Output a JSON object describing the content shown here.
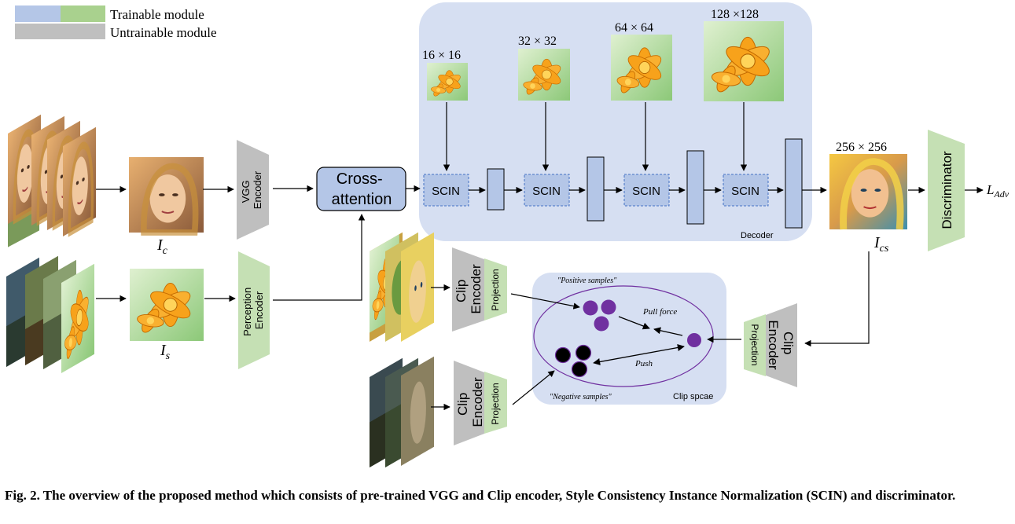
{
  "legend": {
    "trainable": "Trainable module",
    "untrainable": "Untrainable module",
    "colors": {
      "trainable_blue": "#b4c6e7",
      "trainable_green": "#a9d18e",
      "untrainable": "#bfbfbf"
    }
  },
  "modules": {
    "vgg_encoder": [
      "VGG",
      "Encoder"
    ],
    "perception_encoder": [
      "Perception",
      "Encoder"
    ],
    "cross_attention": [
      "Cross-",
      "attention"
    ],
    "scin": "SCIN",
    "decoder": "Decoder",
    "discriminator": "Discriminator",
    "clip_encoder": [
      "Clip",
      "Encoder"
    ],
    "projection": "Projection"
  },
  "resolutions": [
    "16 × 16",
    "32 × 32",
    "64 × 64",
    "128 ×128",
    "256 × 256"
  ],
  "labels": {
    "ic_main": "I",
    "ic_sub": "c",
    "is_main": "I",
    "is_sub": "s",
    "ics_main": "I",
    "ics_sub": "cs",
    "ladv_main": "L",
    "ladv_sub": "Adv"
  },
  "clip_space": {
    "positive": "\"Positive samples\"",
    "negative": "\"Negative samples\"",
    "pull": "Pull force",
    "push": "Push",
    "title": "Clip spcae",
    "positive_color": "#7030a0",
    "negative_color": "#000000"
  },
  "caption": "Fig. 2. The overview of the proposed method which consists of pre-trained VGG and Clip encoder, Style Consistency Instance Normalization (SCIN) and discriminator."
}
